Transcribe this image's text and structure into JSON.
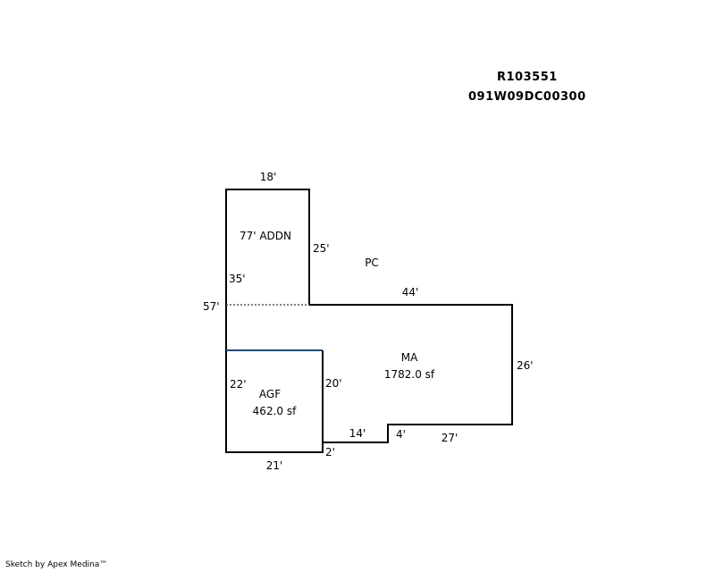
{
  "header": {
    "parcel_id": "R103551",
    "map_number": "091W09DC00300"
  },
  "areas": {
    "addition": {
      "label": "77' ADDN"
    },
    "porch": {
      "label": "PC"
    },
    "main": {
      "label": "MA",
      "area": "1782.0 sf"
    },
    "garage": {
      "label": "AGF",
      "area": "462.0 sf"
    }
  },
  "dimensions": {
    "addition_top": "18'",
    "addition_right": "25'",
    "addition_left": "35'",
    "overall_left": "57'",
    "main_top": "44'",
    "main_right": "26'",
    "main_bottom_right": "27'",
    "jog_vertical": "4'",
    "jog_horizontal": "14'",
    "garage_step": "2'",
    "garage_right": "20'",
    "garage_left": "22'",
    "garage_bottom": "21'"
  },
  "colors": {
    "outline": "#000000",
    "garage_divider": "#1f4e79",
    "dashed_divider": "#555555"
  },
  "footer": {
    "credit": "Sketch by Apex Medina™"
  }
}
